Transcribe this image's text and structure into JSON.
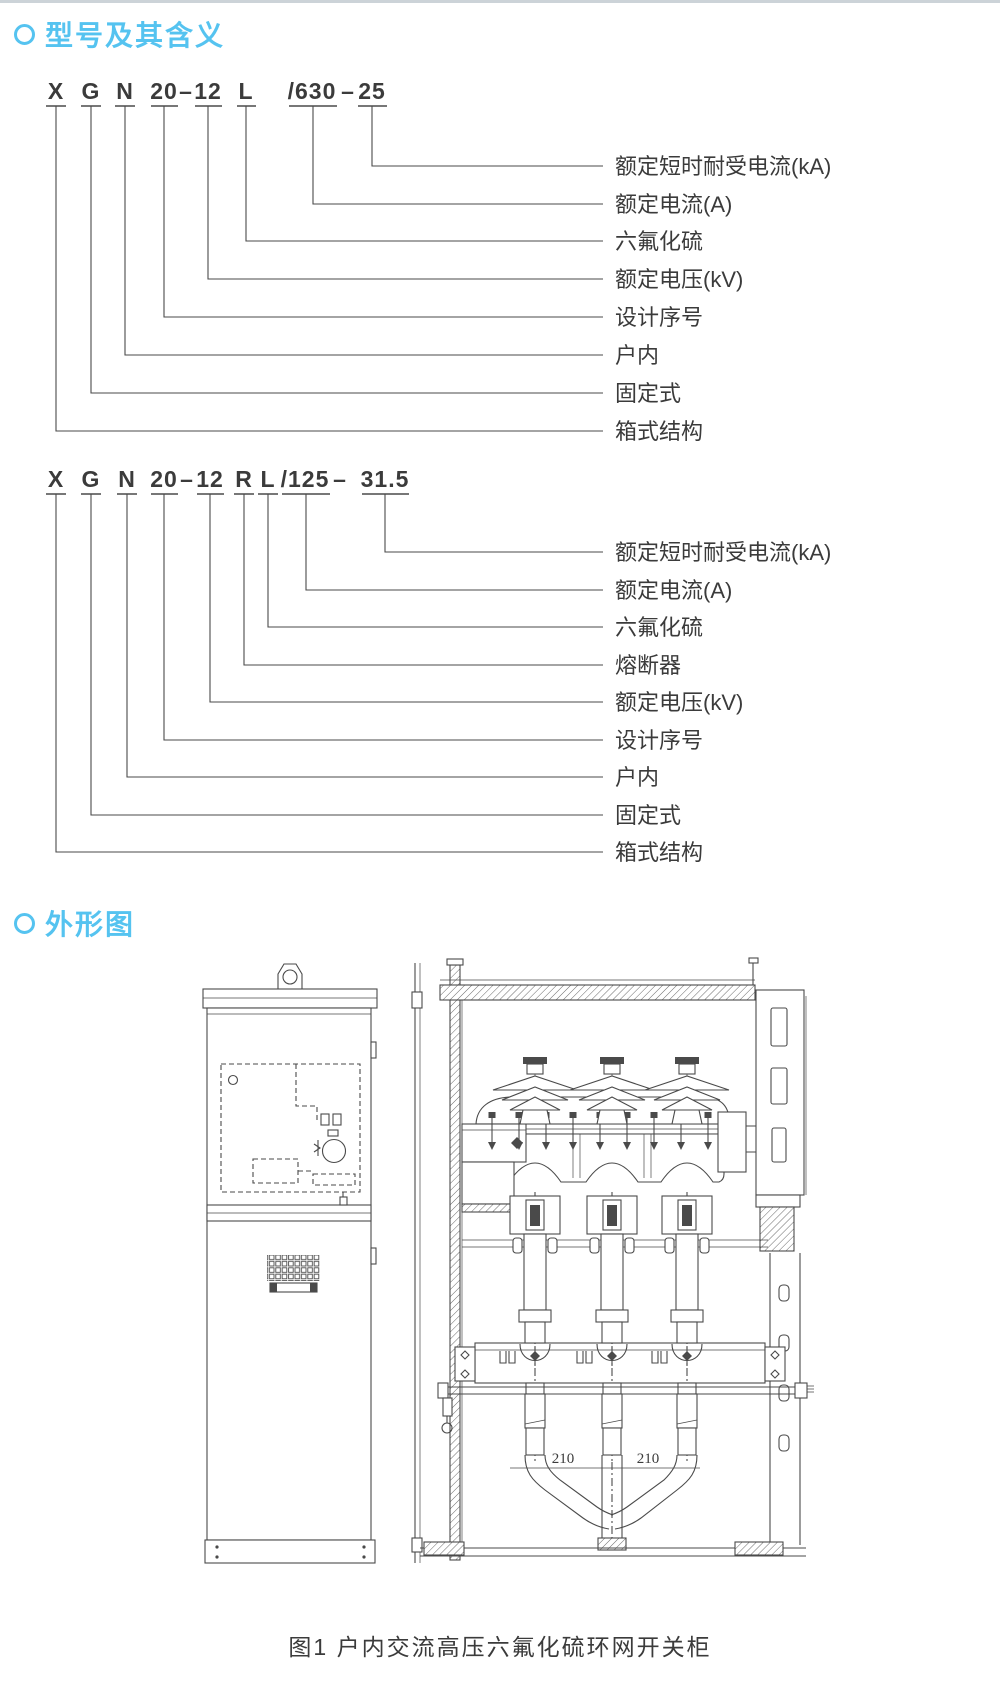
{
  "colors": {
    "accent": "#55c3f0",
    "line": "#4a4a4a",
    "text": "#3b3b3b"
  },
  "section_model": {
    "title": "型号及其含义",
    "model1": {
      "segments": [
        "X",
        "G",
        "N",
        "20",
        "–",
        "12",
        "L",
        "/630",
        "–",
        "25"
      ],
      "labels": [
        "额定短时耐受电流(kA)",
        "额定电流(A)",
        "六氟化硫",
        "额定电压(kV)",
        "设计序号",
        "户内",
        "固定式",
        "箱式结构"
      ]
    },
    "model2": {
      "segments": [
        "X",
        "G",
        "N",
        "20",
        "–",
        "12",
        "R",
        "L",
        "/125",
        "–",
        "31.5"
      ],
      "labels": [
        "额定短时耐受电流(kA)",
        "额定电流(A)",
        "六氟化硫",
        "熔断器",
        "额定电压(kV)",
        "设计序号",
        "户内",
        "固定式",
        "箱式结构"
      ]
    }
  },
  "section_outline": {
    "title": "外形图",
    "dim_labels": [
      "210",
      "210"
    ],
    "caption": "图1 户内交流高压六氟化硫环网开关柜"
  }
}
